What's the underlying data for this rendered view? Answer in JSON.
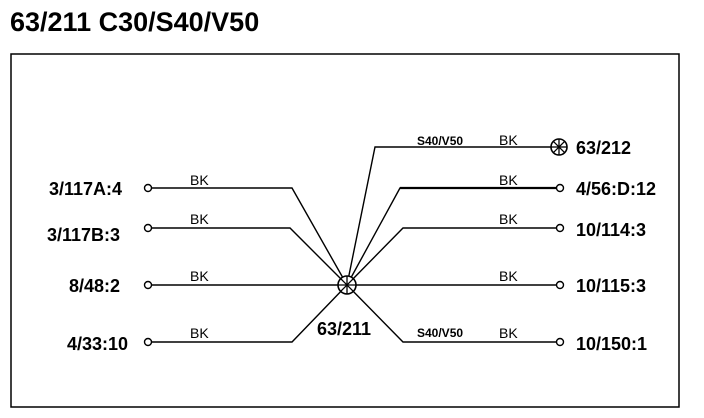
{
  "title": "63/211 C30/S40/V50",
  "splice": {
    "label": "63/211"
  },
  "ground": {
    "label": "63/212",
    "variant": "S40/V50",
    "color": "BK"
  },
  "left_terminals": [
    {
      "label": "3/117A:4",
      "color": "BK"
    },
    {
      "label": "3/117B:3",
      "color": "BK"
    },
    {
      "label": "8/48:2",
      "color": "BK"
    },
    {
      "label": "4/33:10",
      "color": "BK"
    }
  ],
  "right_terminals": [
    {
      "label": "4/56:D:12",
      "color": "BK",
      "variant": ""
    },
    {
      "label": "10/114:3",
      "color": "BK",
      "variant": ""
    },
    {
      "label": "10/115:3",
      "color": "BK",
      "variant": ""
    },
    {
      "label": "10/150:1",
      "color": "BK",
      "variant": "S40/V50"
    }
  ]
}
